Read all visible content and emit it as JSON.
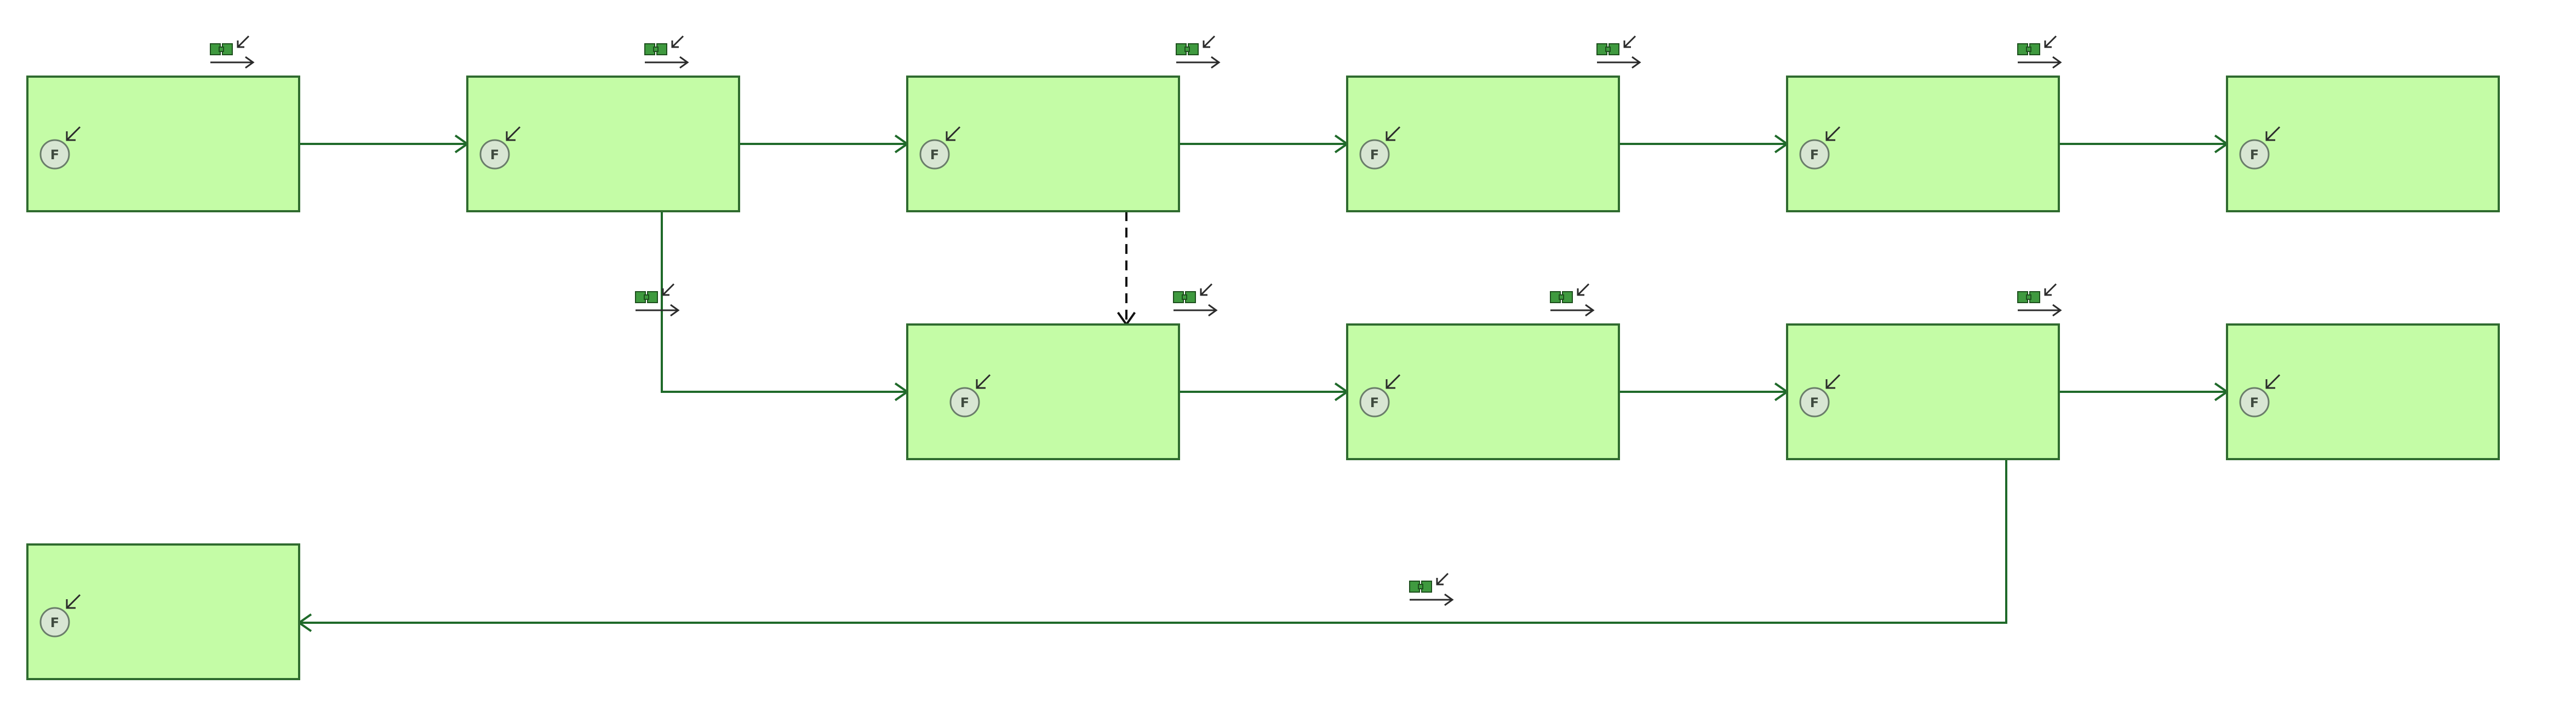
{
  "diagram": {
    "nodes": [
      {
        "id": "n1",
        "row": 1,
        "col": 1,
        "label": "",
        "icon": "function-icon",
        "icon_letter": "F"
      },
      {
        "id": "n2",
        "row": 1,
        "col": 2,
        "label": "",
        "icon": "function-icon",
        "icon_letter": "F"
      },
      {
        "id": "n3",
        "row": 1,
        "col": 3,
        "label": "",
        "icon": "function-icon",
        "icon_letter": "F"
      },
      {
        "id": "n4",
        "row": 1,
        "col": 4,
        "label": "",
        "icon": "function-icon",
        "icon_letter": "F"
      },
      {
        "id": "n5",
        "row": 1,
        "col": 5,
        "label": "",
        "icon": "function-icon",
        "icon_letter": "F"
      },
      {
        "id": "n6",
        "row": 1,
        "col": 6,
        "label": "",
        "icon": "function-icon",
        "icon_letter": "F"
      },
      {
        "id": "n7",
        "row": 2,
        "col": 3,
        "label": "",
        "icon": "function-icon",
        "icon_letter": "F"
      },
      {
        "id": "n8",
        "row": 2,
        "col": 4,
        "label": "",
        "icon": "function-icon",
        "icon_letter": "F"
      },
      {
        "id": "n9",
        "row": 2,
        "col": 5,
        "label": "",
        "icon": "function-icon",
        "icon_letter": "F"
      },
      {
        "id": "n10",
        "row": 2,
        "col": 6,
        "label": "",
        "icon": "function-icon",
        "icon_letter": "F"
      },
      {
        "id": "n11",
        "row": 3,
        "col": 1,
        "label": "",
        "icon": "function-icon",
        "icon_letter": "F"
      }
    ],
    "edges": [
      {
        "from": "n1",
        "to": "n2",
        "style": "solid"
      },
      {
        "from": "n2",
        "to": "n3",
        "style": "solid"
      },
      {
        "from": "n3",
        "to": "n4",
        "style": "solid"
      },
      {
        "from": "n4",
        "to": "n5",
        "style": "solid"
      },
      {
        "from": "n5",
        "to": "n6",
        "style": "solid"
      },
      {
        "from": "n2",
        "to": "n7",
        "style": "solid"
      },
      {
        "from": "n3",
        "to": "n7",
        "style": "dashed"
      },
      {
        "from": "n7",
        "to": "n8",
        "style": "solid"
      },
      {
        "from": "n8",
        "to": "n9",
        "style": "solid"
      },
      {
        "from": "n9",
        "to": "n10",
        "style": "solid"
      },
      {
        "from": "n9",
        "to": "n11",
        "style": "solid"
      }
    ],
    "binding_markers": [
      {
        "id": "b1",
        "icon": "binding-icon",
        "near": "n1"
      },
      {
        "id": "b2",
        "icon": "binding-icon",
        "near": "n2"
      },
      {
        "id": "b3",
        "icon": "binding-icon",
        "near": "n3"
      },
      {
        "id": "b4",
        "icon": "binding-icon",
        "near": "n4"
      },
      {
        "id": "b5",
        "icon": "binding-icon",
        "near": "n5"
      },
      {
        "id": "b6",
        "icon": "binding-icon",
        "near": "edge-n2-n7"
      },
      {
        "id": "b7",
        "icon": "binding-icon",
        "near": "n7"
      },
      {
        "id": "b8",
        "icon": "binding-icon",
        "near": "n8"
      },
      {
        "id": "b9",
        "icon": "binding-icon",
        "near": "n9"
      },
      {
        "id": "b10",
        "icon": "binding-icon",
        "near": "edge-n9-n11"
      }
    ],
    "colors": {
      "node_fill": "#c4fca6",
      "node_border": "#2f6b2f",
      "edge": "#1f6a2a",
      "dashed_edge": "#111111"
    }
  }
}
